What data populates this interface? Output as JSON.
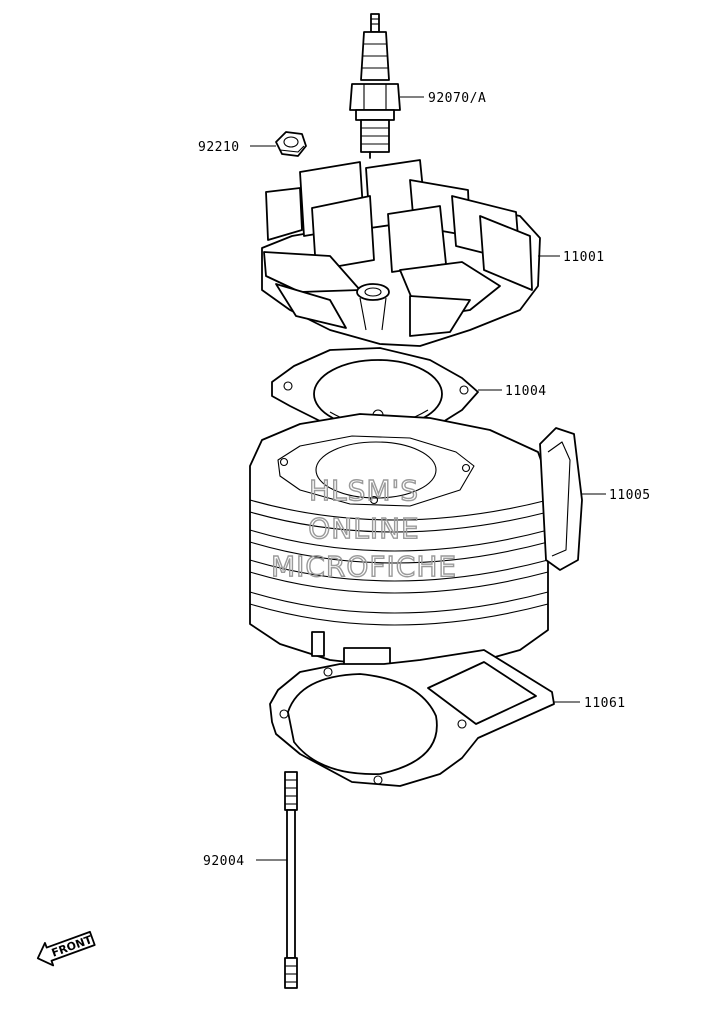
{
  "parts": [
    {
      "id": "spark-plug",
      "number": "92070/A"
    },
    {
      "id": "nut",
      "number": "92210"
    },
    {
      "id": "cylinder-head",
      "number": "11001"
    },
    {
      "id": "head-gasket",
      "number": "11004"
    },
    {
      "id": "cylinder",
      "number": "11005"
    },
    {
      "id": "base-gasket",
      "number": "11061"
    },
    {
      "id": "stud",
      "number": "92004"
    }
  ],
  "watermark": {
    "lines": [
      "HLSM'S",
      "ONLINE",
      "MICROFICHE"
    ]
  },
  "front_indicator": {
    "label": "FRONT"
  },
  "colors": {
    "line": "#000000",
    "background": "#ffffff",
    "watermark": "#9a9a9a"
  }
}
